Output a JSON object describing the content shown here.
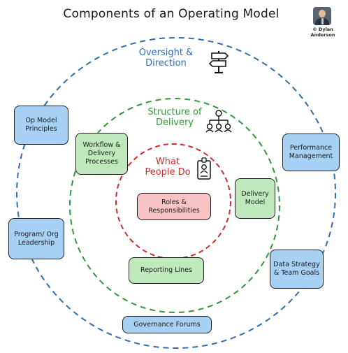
{
  "header": {
    "title": "Components of an Operating Model",
    "credit_line1": "© Dylan",
    "credit_line2": "Anderson"
  },
  "rings": {
    "outer": {
      "line1": "Oversight &",
      "line2": "Direction",
      "color": "#2f6db5",
      "icon": "signpost-icon"
    },
    "middle": {
      "line1": "Structure of",
      "line2": "Delivery",
      "color": "#2e9a3a",
      "icon": "org-chart-icon"
    },
    "inner": {
      "line1": "What",
      "line2": "People Do",
      "color": "#d12c2c",
      "icon": "id-badge-icon"
    }
  },
  "boxes": {
    "op_model_principles": "Op Model Principles",
    "program_org_leadership": "Program/ Org Leadership",
    "performance_management": "Performance Management",
    "data_strategy": "Data Strategy & Team Goals",
    "governance_forums": "Governance Forums",
    "workflow_delivery": "Workflow & Delivery Processes",
    "delivery_model": "Delivery Model",
    "reporting_lines": "Reporting Lines",
    "roles_responsibilities": "Roles & Responsibilities"
  },
  "colors": {
    "outer_box_fill": "#a6d1f4",
    "middle_box_fill": "#bfe8bd",
    "inner_box_fill": "#f7c3c5"
  }
}
